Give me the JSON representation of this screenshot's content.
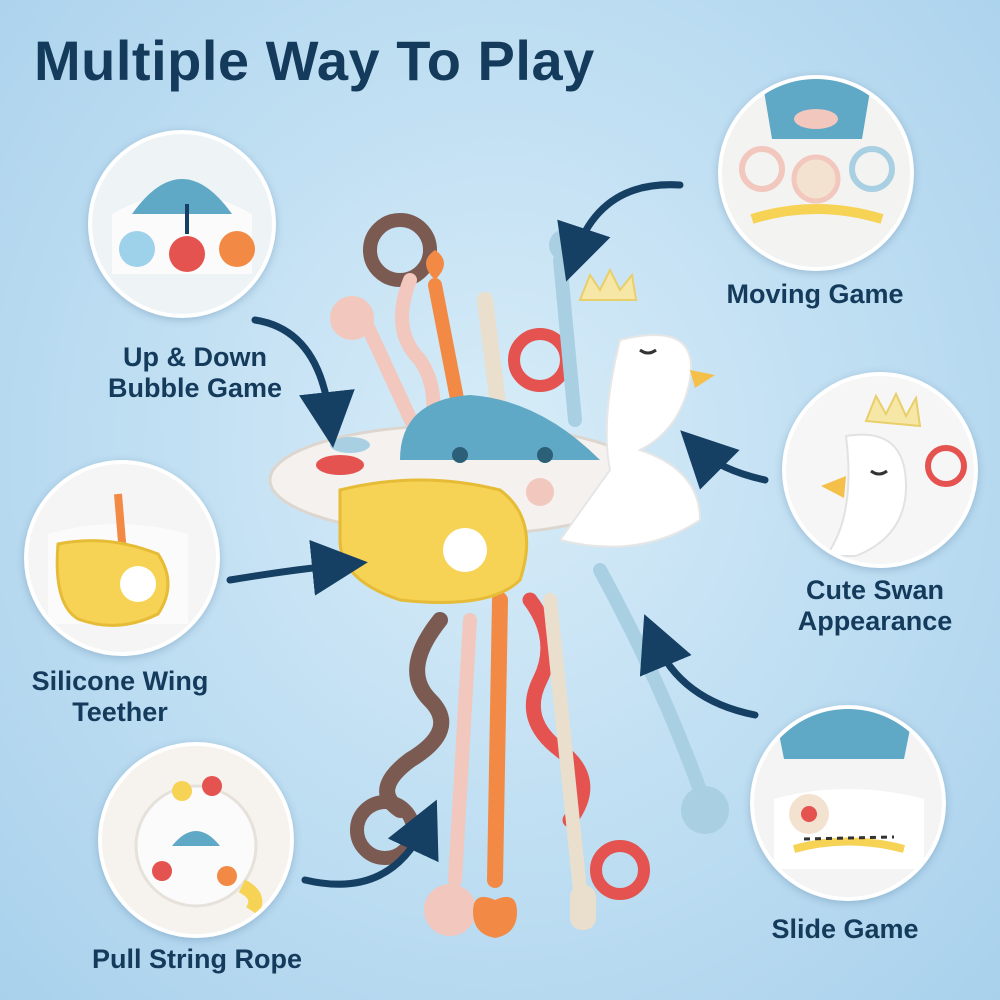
{
  "title": "Multiple Way To Play",
  "features": [
    {
      "id": "up-down-bubble",
      "lines": [
        "Up & Down",
        "Bubble Game"
      ]
    },
    {
      "id": "moving-game",
      "lines": [
        "Moving Game"
      ]
    },
    {
      "id": "cute-swan",
      "lines": [
        "Cute Swan",
        "Appearance"
      ]
    },
    {
      "id": "silicone-wing",
      "lines": [
        "Silicone Wing",
        "Teether"
      ]
    },
    {
      "id": "slide-game",
      "lines": [
        "Slide Game"
      ]
    },
    {
      "id": "pull-string",
      "lines": [
        "Pull String Rope"
      ]
    }
  ],
  "colors": {
    "title": "#143b5c",
    "arrow": "#153f63",
    "brown": "#7b5a52",
    "orange": "#f28a45",
    "red": "#e4534f",
    "pink": "#f2c7bd",
    "cream": "#eadfcd",
    "lightblue": "#a9cfe3",
    "teal": "#4f9fbd",
    "yellow": "#f6d255"
  }
}
